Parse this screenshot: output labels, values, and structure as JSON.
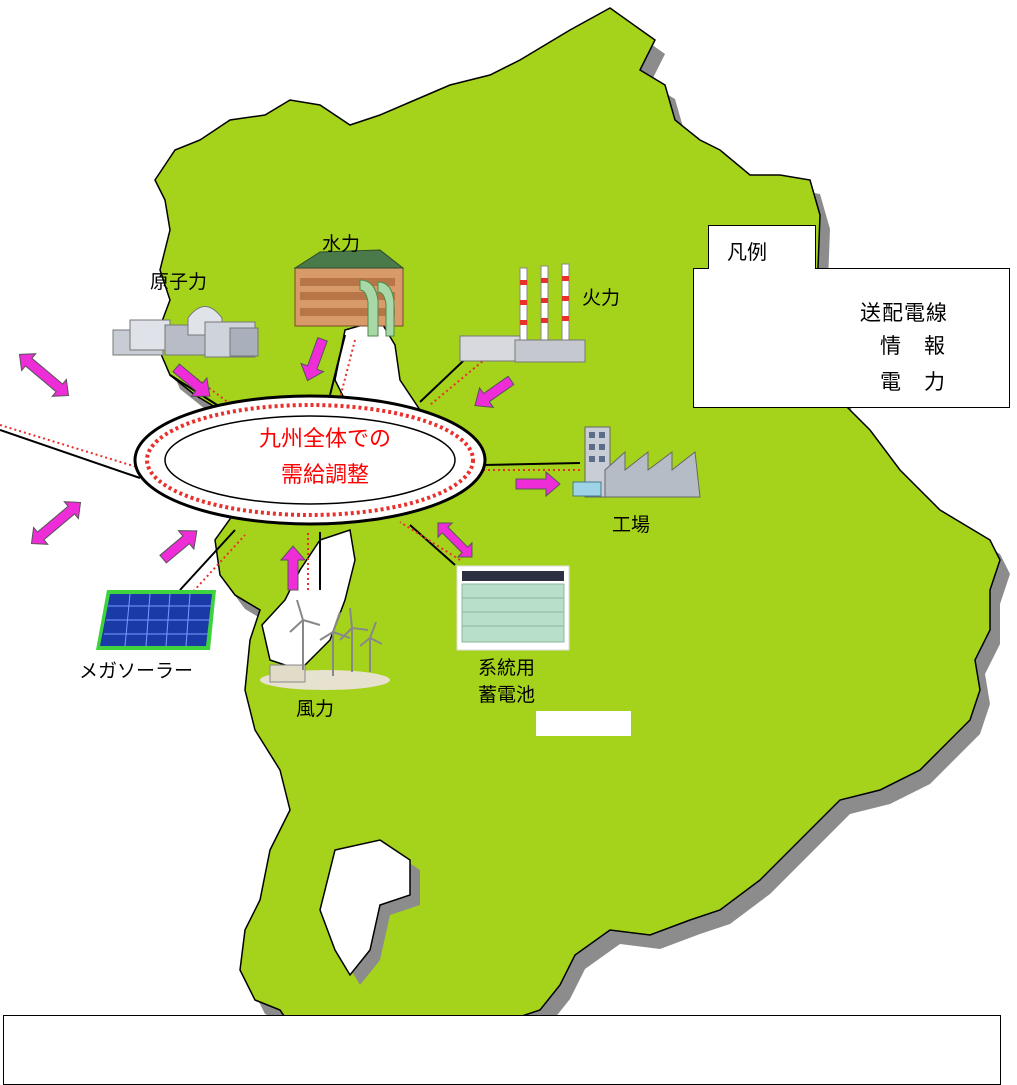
{
  "center": {
    "line1": "九州全体での",
    "line2": "需給調整"
  },
  "labels": {
    "nuclear": "原子力",
    "hydro": "水力",
    "thermal": "火力",
    "factory": "工場",
    "battery_line1": "系統用",
    "battery_line2": "蓄電池",
    "wind": "風力",
    "solar": "メガソーラー"
  },
  "legend": {
    "title": "凡例",
    "transmission": "送配電線",
    "information": "情　報",
    "power": "電　力"
  },
  "colors": {
    "land": "#a5d31c",
    "shadow": "#8c8c8c",
    "info_line": "#e8302c",
    "power_arrow": "#ee2cd8"
  }
}
